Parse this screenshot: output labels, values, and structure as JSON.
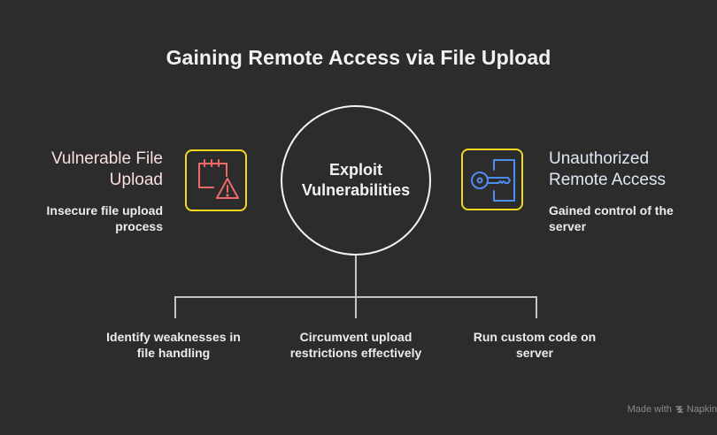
{
  "title": "Gaining Remote Access via File Upload",
  "hub": {
    "label_line1": "Exploit",
    "label_line2": "Vulnerabilities"
  },
  "left_node": {
    "heading_line1": "Vulnerable File",
    "heading_line2": "Upload",
    "desc_line1": "Insecure file upload",
    "desc_line2": "process",
    "icon": "calendar-warning-icon",
    "heading_color": "#f9dede",
    "icon_color": "#f06a6a"
  },
  "right_node": {
    "heading_line1": "Unauthorized",
    "heading_line2": "Remote Access",
    "desc_line1": "Gained control of the",
    "desc_line2": "server",
    "icon": "key-door-icon",
    "heading_color": "#dfe6f6",
    "icon_color": "#4f8cf0"
  },
  "branches": [
    {
      "line1": "Identify weaknesses in",
      "line2": "file handling"
    },
    {
      "line1": "Circumvent upload",
      "line2": "restrictions effectively"
    },
    {
      "line1": "Run custom code on",
      "line2": "server"
    }
  ],
  "colors": {
    "background": "#2c2c2c",
    "icon_border": "#f2d81f",
    "connector": "#c4c4c4"
  },
  "watermark": {
    "prefix": "Made with",
    "brand": "Napkin",
    "icon": "napkin-logo-icon"
  }
}
